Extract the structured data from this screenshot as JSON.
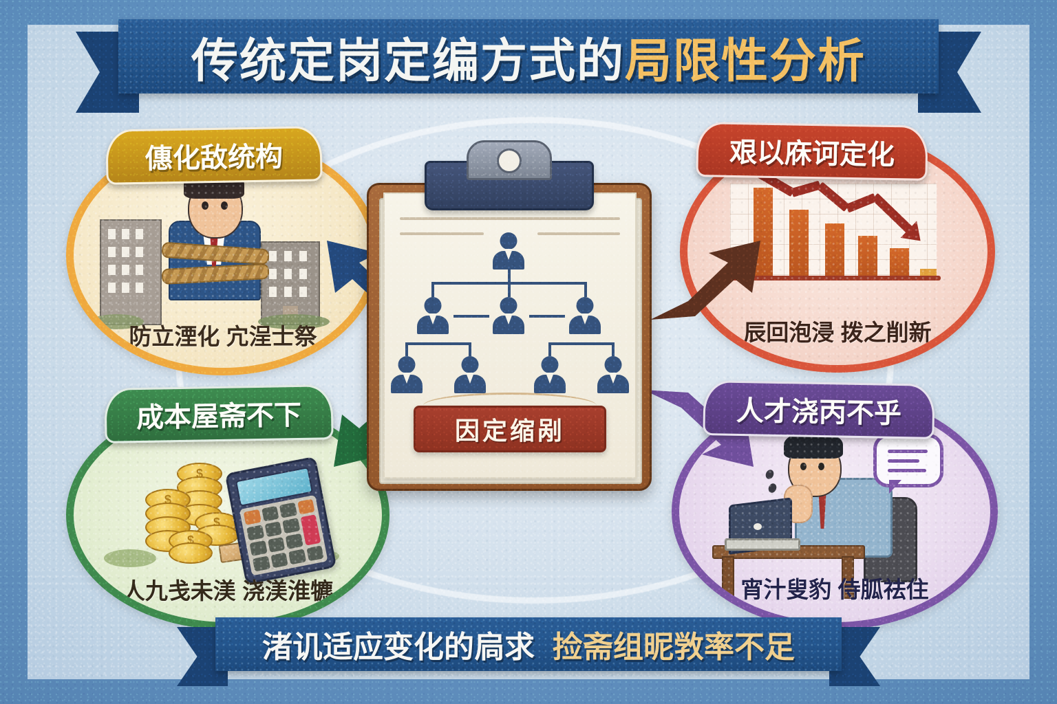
{
  "title": {
    "plain": "传统定岗定编方式的",
    "accent": "局限性分析"
  },
  "center": {
    "badge_label": "因定缩剐",
    "org_chart_levels": [
      1,
      3,
      4
    ]
  },
  "quadrants": [
    {
      "id": "top-left",
      "banner": "僡化敌统构",
      "caption": "防立湮化 宂浧士祭",
      "accent": "#efa93f",
      "banner_color": "#d8a71f",
      "arrow_color": "#24497c",
      "icon": "tied-businessman-buildings"
    },
    {
      "id": "top-right",
      "banner": "艰以庥诃定化",
      "caption": "辰回泡浸 拨之削新",
      "accent": "#d9553b",
      "banner_color": "#c7442c",
      "arrow_color": "#5d3120",
      "icon": "declining-bar-chart"
    },
    {
      "id": "bottom-left",
      "banner": "成本屋斋不下",
      "caption": "人九戋未渼 浇渼淮犥",
      "accent": "#3f8a4e",
      "banner_color": "#3e8c50",
      "arrow_color": "#236b3c",
      "icon": "coins-calculator"
    },
    {
      "id": "bottom-right",
      "banner": "人才浇丙不乎",
      "caption": "宵汁叟豹 侍胍祛住",
      "accent": "#7b55a6",
      "banner_color": "#6a4b97",
      "arrow_color": "#6f4f9c",
      "icon": "tired-man-laptop"
    }
  ],
  "footer": {
    "plain": "渚讥适应变化的扃求",
    "accent": "捡斋组昵敩率不足"
  },
  "colors": {
    "background": "#5d90c2",
    "panel": "#d7e3ee",
    "ribbon": "#23548b",
    "ribbon_tail": "#1b4273",
    "title_accent": "#f3bf62",
    "clipboard_wood": "#8d5228",
    "clipboard_badge": "#8e3221"
  }
}
